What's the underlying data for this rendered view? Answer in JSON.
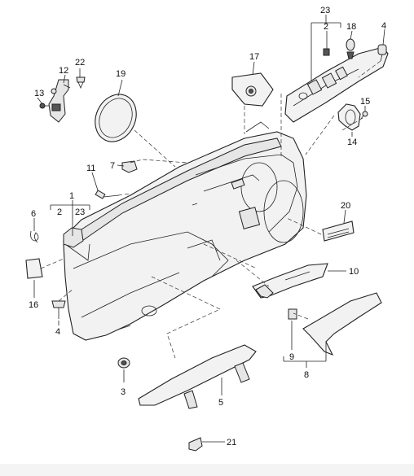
{
  "callouts": {
    "c1": "1",
    "c2a": "2",
    "c23a": "23",
    "c2b": "2",
    "c23b": "23",
    "c3": "3",
    "c4a": "4",
    "c4b": "4",
    "c5": "5",
    "c6": "6",
    "c7": "7",
    "c8": "8",
    "c9": "9",
    "c10": "10",
    "c11": "11",
    "c12": "12",
    "c13": "13",
    "c14": "14",
    "c15": "15",
    "c16": "16",
    "c17": "17",
    "c18": "18",
    "c19": "19",
    "c20": "20",
    "c21": "21",
    "c22": "22"
  }
}
